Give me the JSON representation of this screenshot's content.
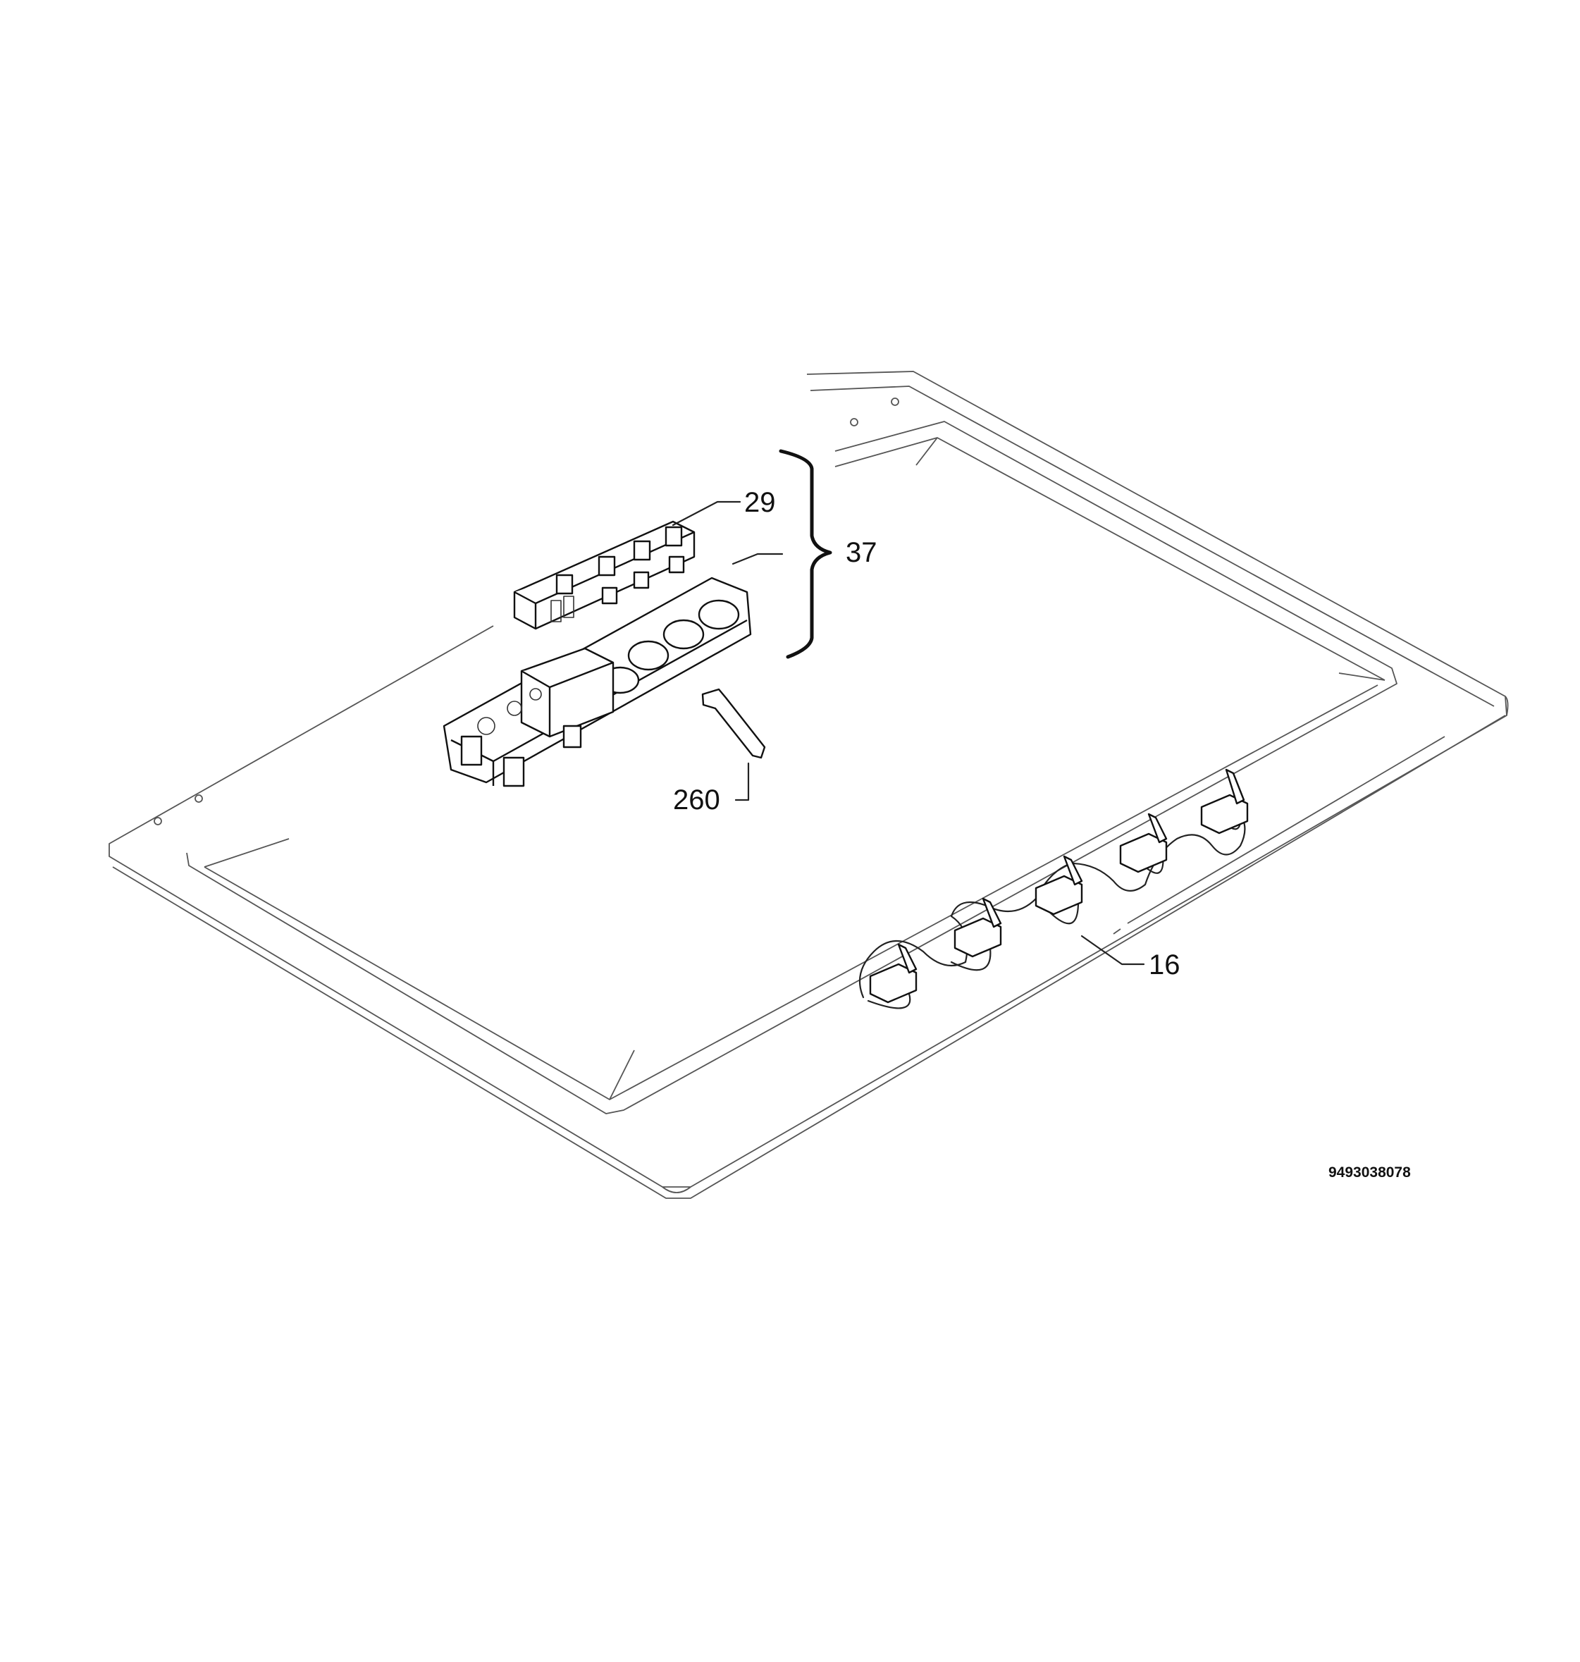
{
  "labels": {
    "part_29": "29",
    "part_37": "37",
    "part_260": "260",
    "part_16": "16"
  },
  "document_number": "9493038078"
}
